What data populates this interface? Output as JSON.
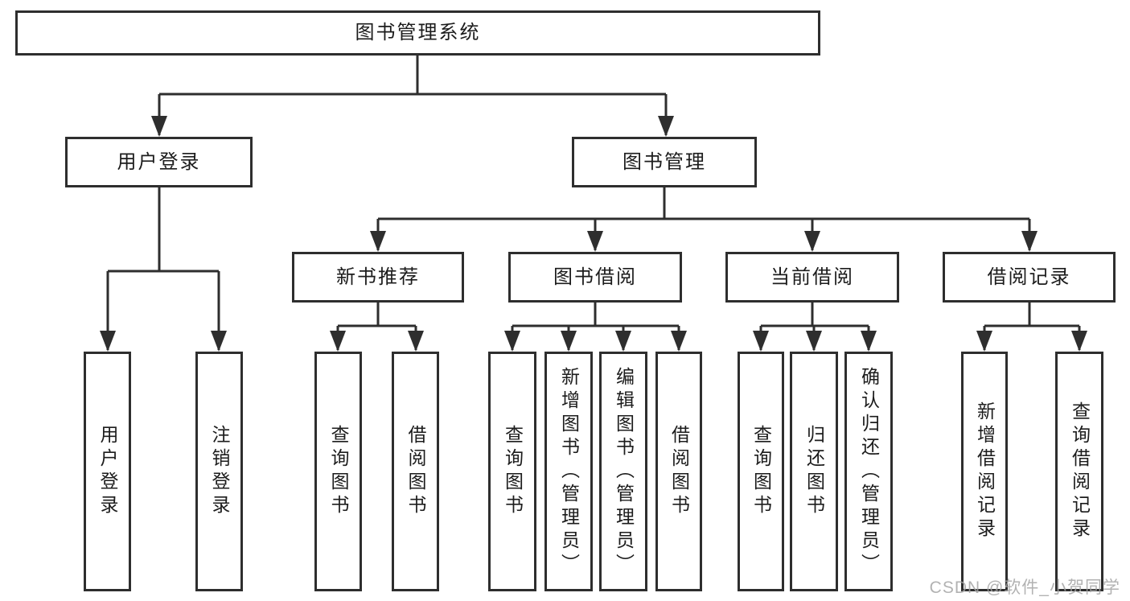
{
  "diagram": {
    "title": "图书管理系统",
    "colors": {
      "line": "#2e2e2e",
      "text": "#1c1c1c",
      "box_background": "#ffffff",
      "watermark": "#a4a4a4"
    }
  },
  "tree": {
    "label": "图书管理系统",
    "children": [
      {
        "label": "用户登录",
        "children": [
          {
            "label": "用户登录"
          },
          {
            "label": "注销登录"
          }
        ]
      },
      {
        "label": "图书管理",
        "children": [
          {
            "label": "新书推荐",
            "children": [
              {
                "label": "查询图书"
              },
              {
                "label": "借阅图书"
              }
            ]
          },
          {
            "label": "图书借阅",
            "children": [
              {
                "label": "查询图书"
              },
              {
                "label": "新增图书（管理员）"
              },
              {
                "label": "编辑图书（管理员）"
              },
              {
                "label": "借阅图书"
              }
            ]
          },
          {
            "label": "当前借阅",
            "children": [
              {
                "label": "查询图书"
              },
              {
                "label": "归还图书"
              },
              {
                "label": "确认归还（管理员）"
              }
            ]
          },
          {
            "label": "借阅记录",
            "children": [
              {
                "label": "新增借阅记录"
              },
              {
                "label": "查询借阅记录"
              }
            ]
          }
        ]
      }
    ]
  },
  "watermark": {
    "text": "CSDN @软件_小贺同学"
  }
}
